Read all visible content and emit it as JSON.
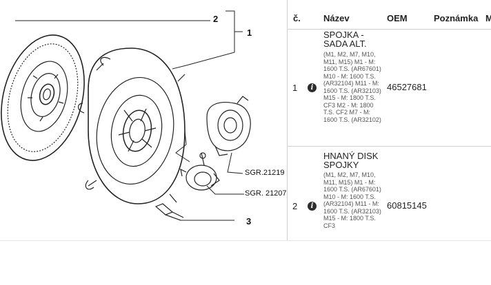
{
  "diagram": {
    "callouts": [
      "2",
      "1",
      "3"
    ],
    "refs": [
      "SGR.21219",
      "SGR. 21207"
    ]
  },
  "table": {
    "headers": {
      "num": "č.",
      "name": "Název",
      "oem": "OEM",
      "note": "Poznámka",
      "extra": "M"
    },
    "rows": [
      {
        "num": "1",
        "name": "SPOJKA - SADA ALT.",
        "desc": "(M1, M2, M7, M10, M11, M15) M1 - M: 1600 T.S. (AR67601) M10 - M: 1600 T.S. (AR32104) M11 - M: 1600 T.S. (AR32103) M15 - M: 1800 T.S. CF3 M2 - M: 1800 T.S. CF2 M7 - M: 1600 T.S. (AR32102)",
        "oem": "46527681"
      },
      {
        "num": "2",
        "name": "HNANÝ DISK SPOJKY",
        "desc": "(M1, M2, M7, M10, M11, M15) M1 - M: 1600 T.S. (AR67601) M10 - M: 1600 T.S. (AR32104) M11 - M: 1600 T.S. (AR32103) M15 - M: 1800 T.S. CF3",
        "oem": "60815145"
      }
    ]
  }
}
